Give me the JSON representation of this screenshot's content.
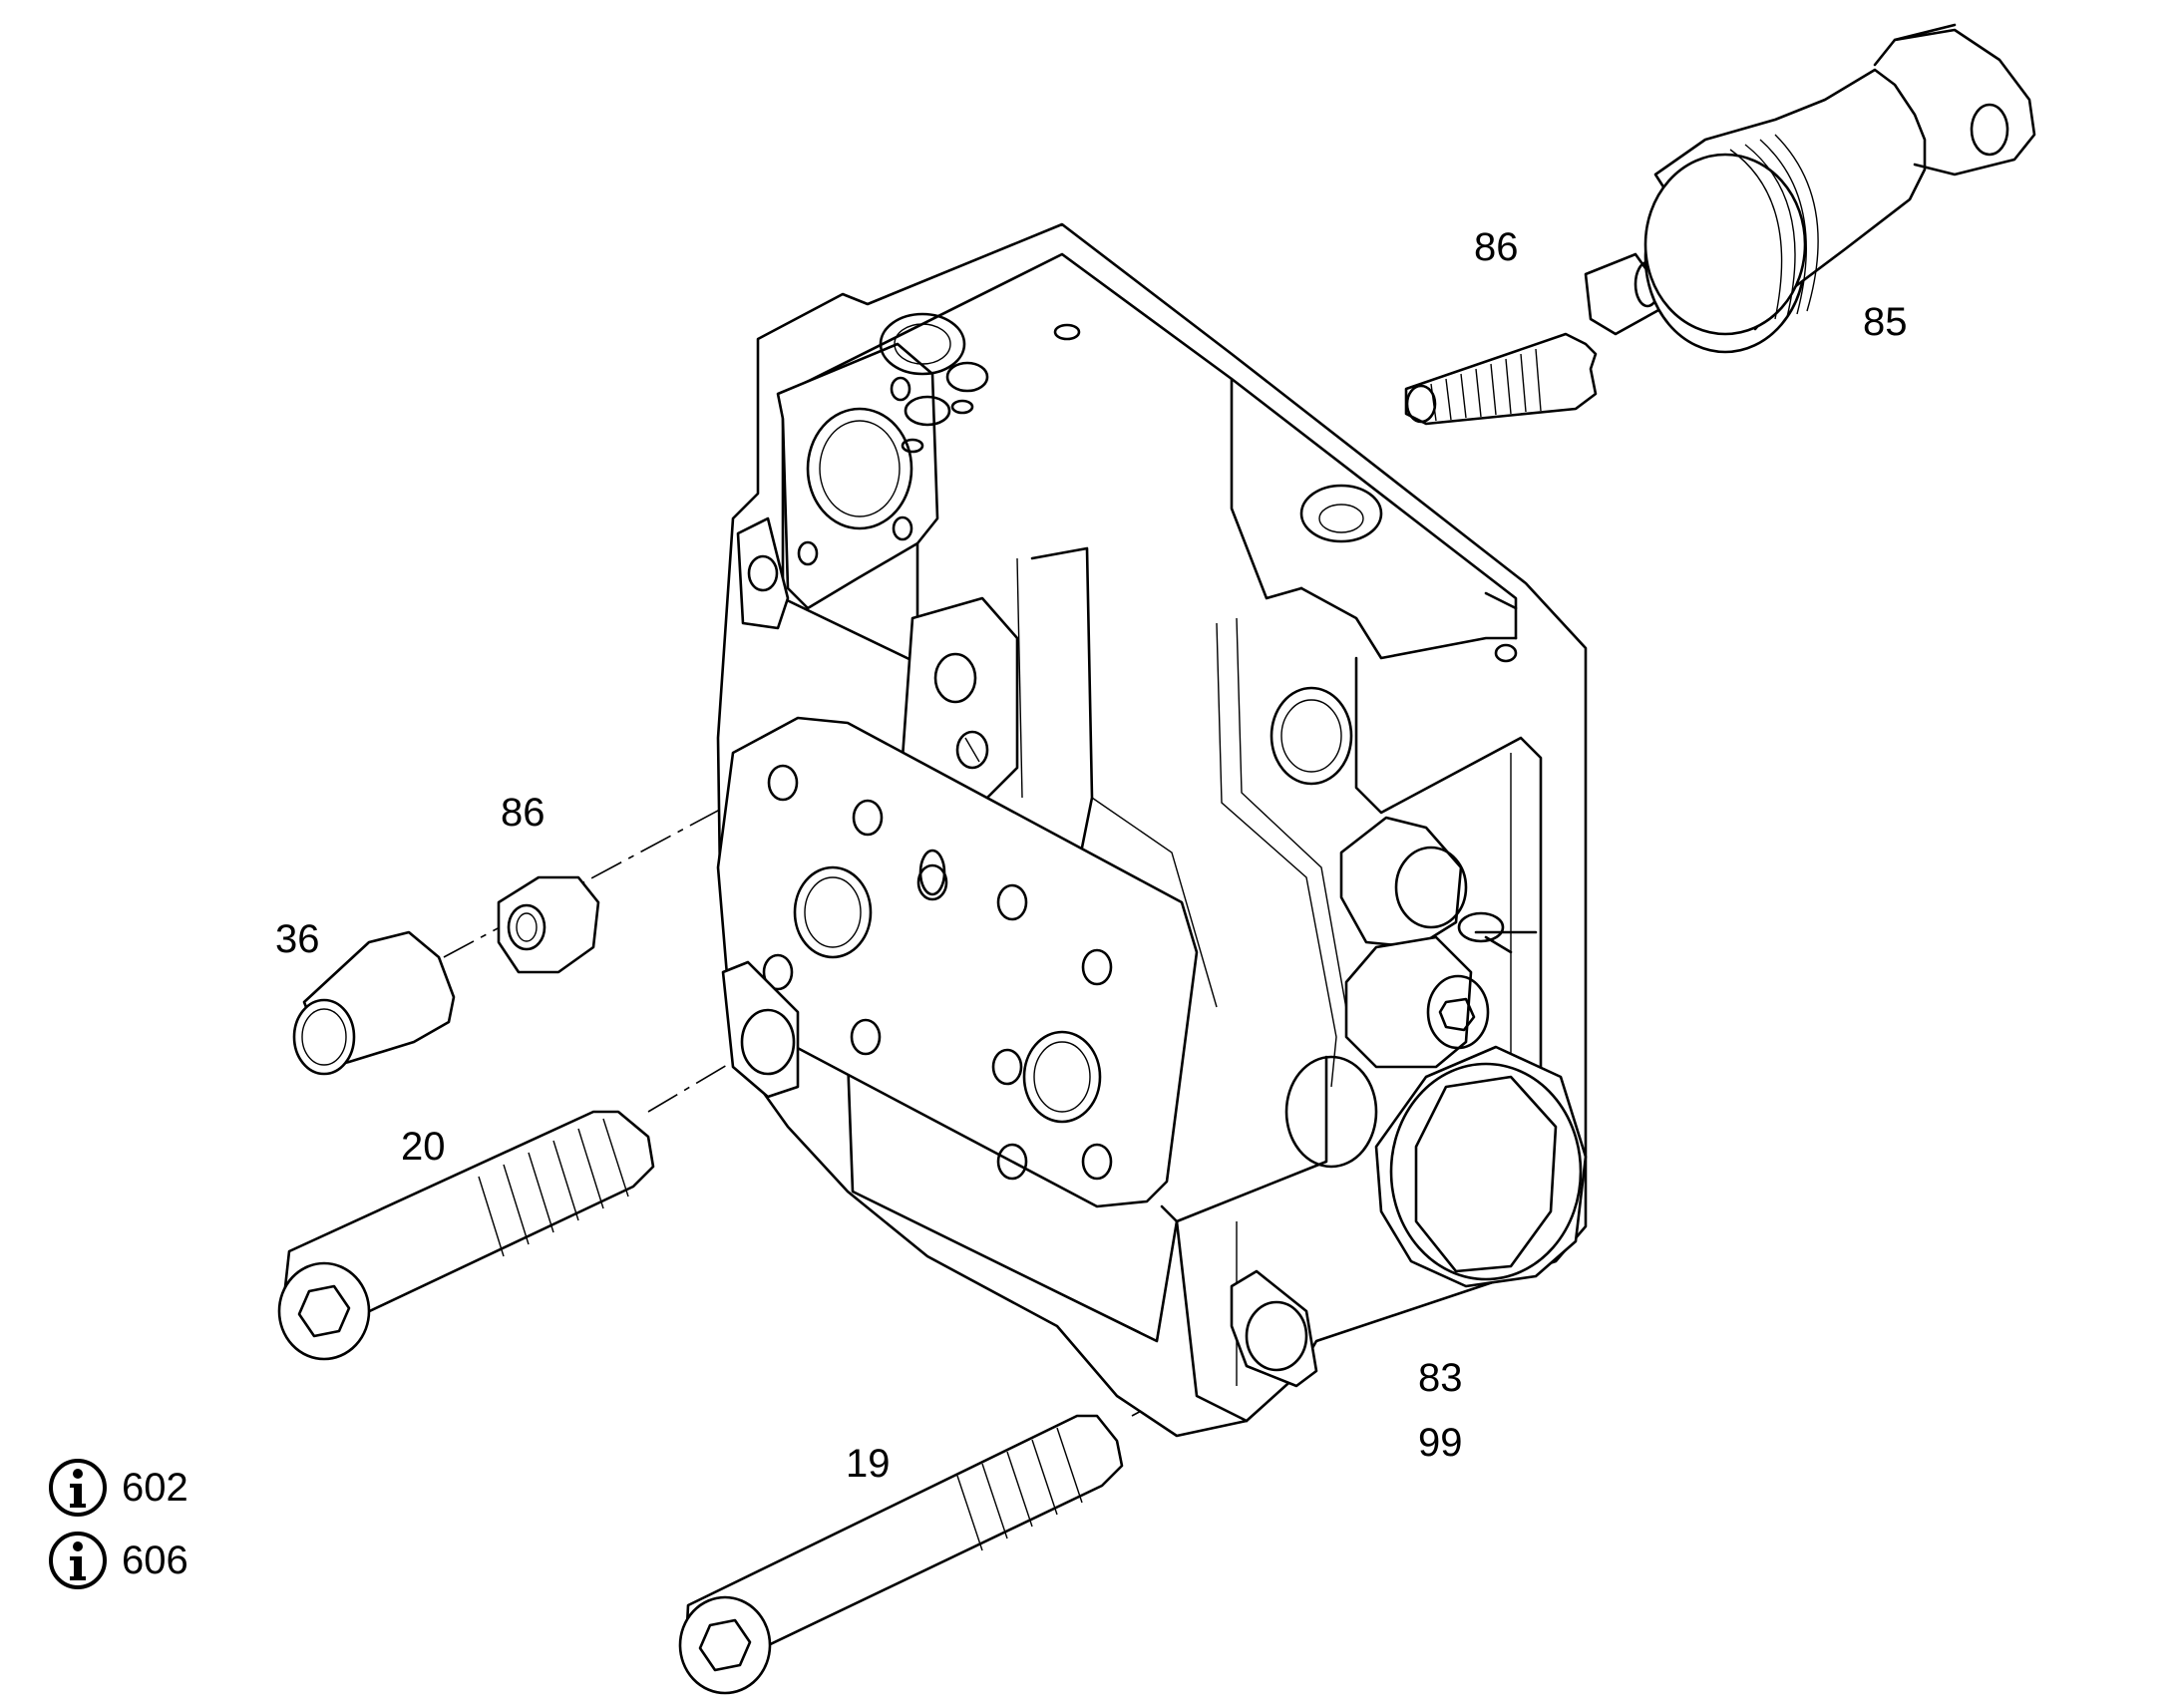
{
  "callouts": {
    "c86_top": "86",
    "c85": "85",
    "c86_nut": "86",
    "c36": "36",
    "c20": "20",
    "c83": "83",
    "c99": "99",
    "c19": "19"
  },
  "info_refs": [
    {
      "icon": "info-icon",
      "text": "602"
    },
    {
      "icon": "info-icon",
      "text": "606"
    }
  ],
  "colors": {
    "line": "#000000",
    "background": "#ffffff"
  }
}
